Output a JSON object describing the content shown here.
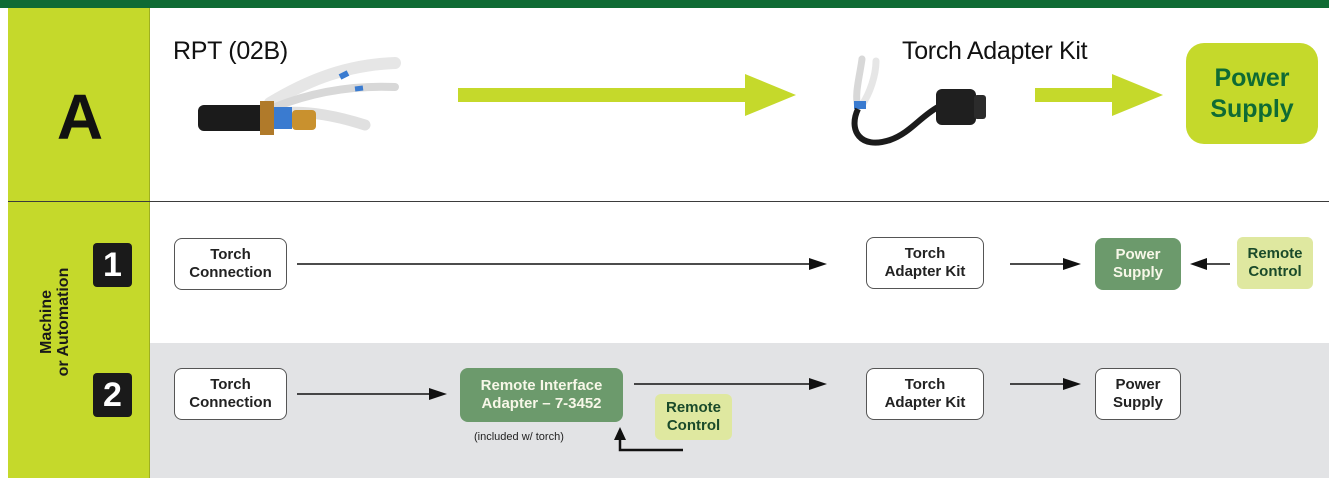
{
  "row_a": {
    "letter": "A",
    "torch_label": "RPT (02B)",
    "adapter_label": "Torch Adapter Kit",
    "power_supply": [
      "Power",
      "Supply"
    ]
  },
  "side_label": [
    "Machine",
    "or Automation"
  ],
  "row1": {
    "number": "1",
    "torch_connection": [
      "Torch",
      "Connection"
    ],
    "torch_adapter_kit": [
      "Torch",
      "Adapter Kit"
    ],
    "power_supply": [
      "Power",
      "Supply"
    ],
    "remote_control": [
      "Remote",
      "Control"
    ]
  },
  "row2": {
    "number": "2",
    "torch_connection": [
      "Torch",
      "Connection"
    ],
    "remote_interface": [
      "Remote Interface",
      "Adapter – 7-3452"
    ],
    "included_note": "(included w/ torch)",
    "remote_control": [
      "Remote",
      "Control"
    ],
    "torch_adapter_kit": [
      "Torch",
      "Adapter Kit"
    ],
    "power_supply": [
      "Power",
      "Supply"
    ]
  },
  "colors": {
    "dark_green": "#0f6b34",
    "lime": "#c5d92b",
    "pale_lime": "#dfe8a0",
    "muted_green": "#6c9a6c",
    "gray_band": "#e2e3e5"
  }
}
